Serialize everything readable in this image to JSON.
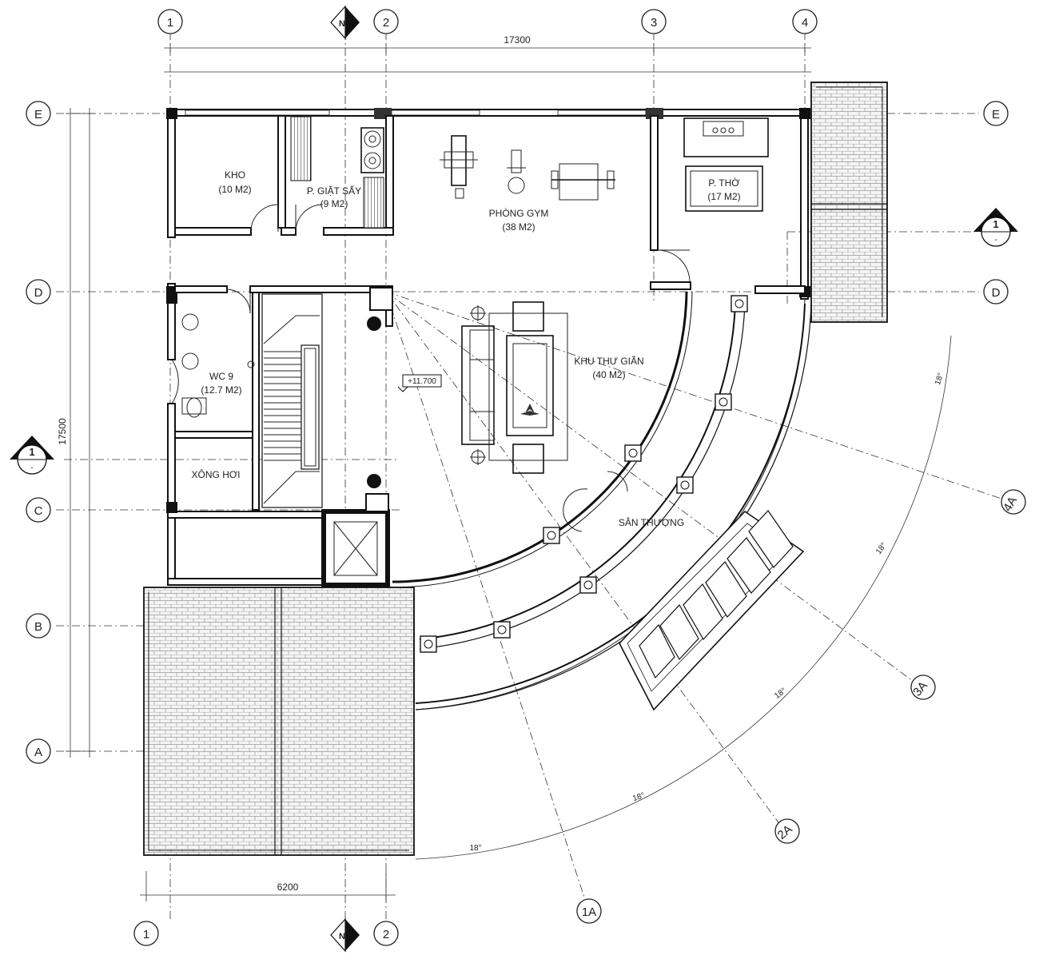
{
  "grid_labels": {
    "top": [
      "1",
      "2",
      "3",
      "4"
    ],
    "bottom": [
      "1",
      "2"
    ],
    "left": [
      "E",
      "D",
      "C",
      "B",
      "A"
    ],
    "right": [
      "E",
      "D"
    ],
    "radial": [
      "4A",
      "3A",
      "2A",
      "1A"
    ]
  },
  "north_mark": "N",
  "section_marks": {
    "number": "1",
    "sub": "-"
  },
  "dimensions": {
    "top_overall": "17300",
    "left_overall": "17500",
    "bottom_roof": "6200",
    "angles": [
      "18°",
      "18°",
      "18°",
      "18°",
      "18°"
    ]
  },
  "level_mark": "+11.700",
  "rooms": {
    "kho": {
      "name": "KHO",
      "area": "(10 M2)"
    },
    "giat_say": {
      "name": "P. GIẶT SẤY",
      "area": "(9 M2)"
    },
    "gym": {
      "name": "PHÒNG GYM",
      "area": "(38 M2)"
    },
    "tho": {
      "name": "P. THỜ",
      "area": "(17 M2)"
    },
    "wc": {
      "name": "WC 9",
      "area": "(12.7 M2)"
    },
    "xong_hoi": {
      "name": "XÔNG HƠI"
    },
    "thu_gian": {
      "name": "KHU THƯ GIÃN",
      "area": "(40 M2)"
    },
    "san_thuong": {
      "name": "SÂN THƯỢNG"
    }
  },
  "colors": {
    "line": "#111111",
    "paper": "#ffffff",
    "hatch": "#cfcfcf"
  }
}
